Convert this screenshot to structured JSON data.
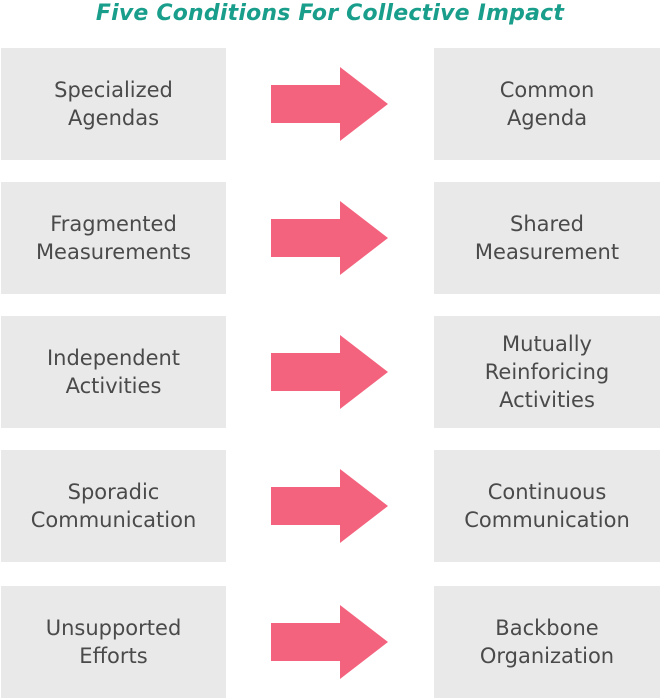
{
  "title": "Five Conditions For Collective Impact",
  "colors": {
    "title": "#1a9e8c",
    "arrow": "#f4637e",
    "box_background": "#e9e9e9",
    "box_text": "#4a4a4a"
  },
  "rows": [
    {
      "from": "Specialized\nAgendas",
      "to": "Common\nAgenda"
    },
    {
      "from": "Fragmented\nMeasurements",
      "to": "Shared\nMeasurement"
    },
    {
      "from": "Independent\nActivities",
      "to": "Mutually\nReinforicing\nActivities"
    },
    {
      "from": "Sporadic\nCommunication",
      "to": "Continuous\nCommunication"
    },
    {
      "from": "Unsupported\nEfforts",
      "to": "Backbone\nOrganization"
    }
  ]
}
